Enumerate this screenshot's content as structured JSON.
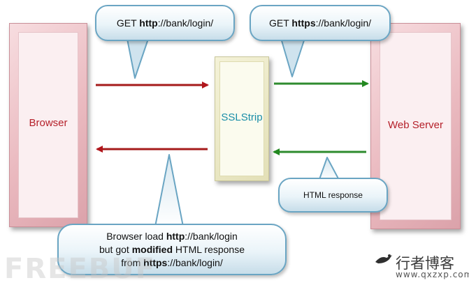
{
  "nodes": {
    "browser": "Browser",
    "sslstrip": "SSLStrip",
    "web_server": "Web Server"
  },
  "callouts": {
    "request_http": {
      "prefix": "GET ",
      "bold": "http",
      "suffix": "://bank/login/"
    },
    "request_https": {
      "prefix": "GET ",
      "bold": "https",
      "suffix": "://bank/login/"
    },
    "html_response": "HTML response",
    "browser_result": {
      "line1_prefix": "Browser load ",
      "line1_bold": "http",
      "line1_suffix": "://bank/login",
      "line2_prefix": "but got ",
      "line2_bold": "modified",
      "line2_suffix": " HTML response",
      "line3_prefix": "from ",
      "line3_bold": "https",
      "line3_suffix": "://bank/login/"
    }
  },
  "watermarks": {
    "left": "FREEBUF",
    "brand_cn": "行者博客",
    "url": "www.qxzxp.com"
  },
  "colors": {
    "http_arrow": "#a51b1b",
    "https_arrow": "#2e8b2e",
    "browser_text": "#b5202a",
    "sslstrip_text": "#1a8ea8",
    "bubble_border": "#6aa5c3"
  }
}
